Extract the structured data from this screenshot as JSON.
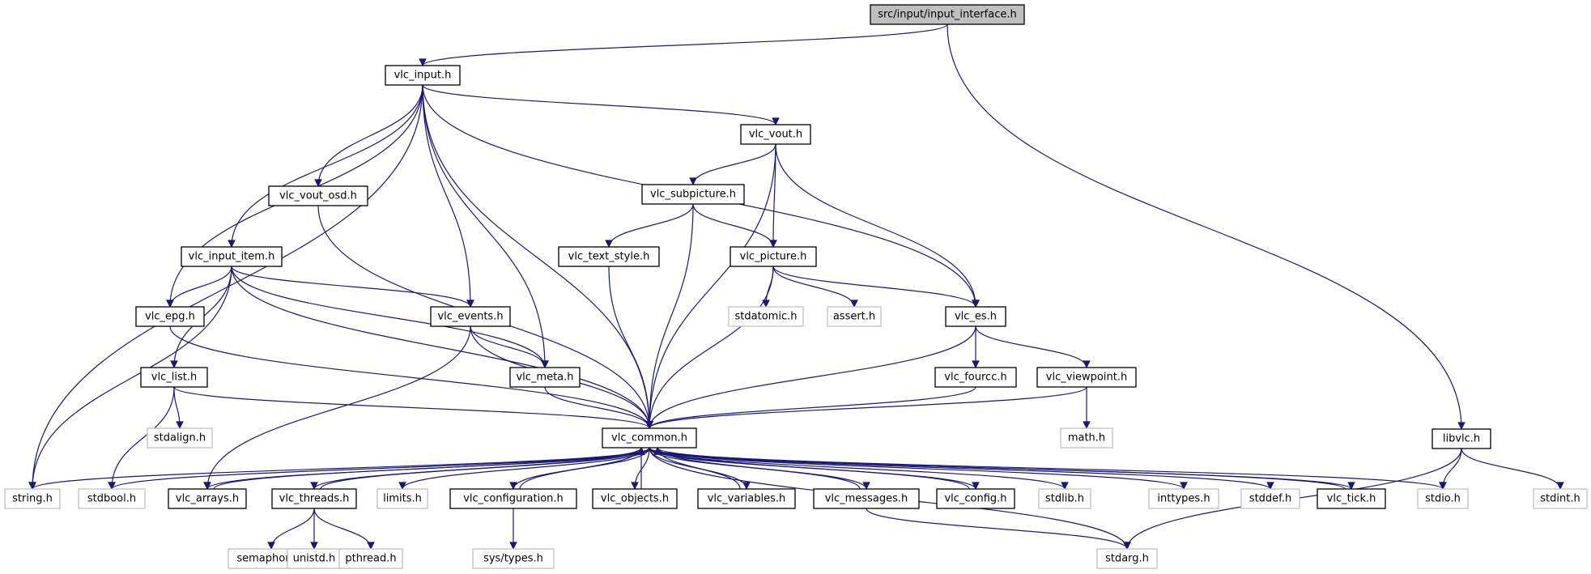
{
  "colors": {
    "edge": "#191970",
    "root_fill": "#bfbfbf",
    "node_border": "#000000",
    "external_border": "#bfbfbf",
    "background": "#ffffff"
  },
  "nodes": [
    {
      "id": "input_interface",
      "label": "src/input/input_interface.h",
      "kind": "root"
    },
    {
      "id": "vlc_input",
      "label": "vlc_input.h",
      "kind": "documented"
    },
    {
      "id": "libvlc",
      "label": "libvlc.h",
      "kind": "documented"
    },
    {
      "id": "vlc_vout",
      "label": "vlc_vout.h",
      "kind": "documented"
    },
    {
      "id": "vlc_vout_osd",
      "label": "vlc_vout_osd.h",
      "kind": "documented"
    },
    {
      "id": "vlc_subpicture",
      "label": "vlc_subpicture.h",
      "kind": "documented"
    },
    {
      "id": "vlc_input_item",
      "label": "vlc_input_item.h",
      "kind": "documented"
    },
    {
      "id": "vlc_text_style",
      "label": "vlc_text_style.h",
      "kind": "documented"
    },
    {
      "id": "vlc_picture",
      "label": "vlc_picture.h",
      "kind": "documented"
    },
    {
      "id": "vlc_epg",
      "label": "vlc_epg.h",
      "kind": "documented"
    },
    {
      "id": "vlc_events",
      "label": "vlc_events.h",
      "kind": "documented"
    },
    {
      "id": "stdatomic",
      "label": "stdatomic.h",
      "kind": "external"
    },
    {
      "id": "assert",
      "label": "assert.h",
      "kind": "external"
    },
    {
      "id": "vlc_es",
      "label": "vlc_es.h",
      "kind": "documented"
    },
    {
      "id": "vlc_list",
      "label": "vlc_list.h",
      "kind": "documented"
    },
    {
      "id": "vlc_meta",
      "label": "vlc_meta.h",
      "kind": "documented"
    },
    {
      "id": "vlc_fourcc",
      "label": "vlc_fourcc.h",
      "kind": "documented"
    },
    {
      "id": "vlc_viewpoint",
      "label": "vlc_viewpoint.h",
      "kind": "documented"
    },
    {
      "id": "stdalign",
      "label": "stdalign.h",
      "kind": "external"
    },
    {
      "id": "vlc_common",
      "label": "vlc_common.h",
      "kind": "documented"
    },
    {
      "id": "math",
      "label": "math.h",
      "kind": "external"
    },
    {
      "id": "string",
      "label": "string.h",
      "kind": "external"
    },
    {
      "id": "stdbool",
      "label": "stdbool.h",
      "kind": "external"
    },
    {
      "id": "vlc_arrays",
      "label": "vlc_arrays.h",
      "kind": "documented"
    },
    {
      "id": "vlc_threads",
      "label": "vlc_threads.h",
      "kind": "documented"
    },
    {
      "id": "limits",
      "label": "limits.h",
      "kind": "external"
    },
    {
      "id": "vlc_configuration",
      "label": "vlc_configuration.h",
      "kind": "documented"
    },
    {
      "id": "vlc_objects",
      "label": "vlc_objects.h",
      "kind": "documented"
    },
    {
      "id": "vlc_variables",
      "label": "vlc_variables.h",
      "kind": "documented"
    },
    {
      "id": "vlc_messages",
      "label": "vlc_messages.h",
      "kind": "documented"
    },
    {
      "id": "vlc_config",
      "label": "vlc_config.h",
      "kind": "documented"
    },
    {
      "id": "stdlib",
      "label": "stdlib.h",
      "kind": "external"
    },
    {
      "id": "inttypes",
      "label": "inttypes.h",
      "kind": "external"
    },
    {
      "id": "stddef",
      "label": "stddef.h",
      "kind": "external"
    },
    {
      "id": "vlc_tick",
      "label": "vlc_tick.h",
      "kind": "documented"
    },
    {
      "id": "stdio",
      "label": "stdio.h",
      "kind": "external"
    },
    {
      "id": "stdint",
      "label": "stdint.h",
      "kind": "external"
    },
    {
      "id": "semaphore",
      "label": "semaphore.h",
      "kind": "external"
    },
    {
      "id": "unistd",
      "label": "unistd.h",
      "kind": "external"
    },
    {
      "id": "pthread",
      "label": "pthread.h",
      "kind": "external"
    },
    {
      "id": "sys_types",
      "label": "sys/types.h",
      "kind": "external"
    },
    {
      "id": "stdarg",
      "label": "stdarg.h",
      "kind": "external"
    }
  ],
  "edges": [
    [
      "input_interface",
      "vlc_input"
    ],
    [
      "input_interface",
      "libvlc"
    ],
    [
      "vlc_input",
      "string"
    ],
    [
      "vlc_input",
      "vlc_epg"
    ],
    [
      "vlc_input",
      "vlc_input_item"
    ],
    [
      "vlc_input",
      "vlc_vout_osd"
    ],
    [
      "vlc_input",
      "vlc_common"
    ],
    [
      "vlc_input",
      "vlc_events"
    ],
    [
      "vlc_input",
      "vlc_meta"
    ],
    [
      "vlc_input",
      "vlc_vout"
    ],
    [
      "vlc_input",
      "vlc_es"
    ],
    [
      "vlc_vout",
      "vlc_subpicture"
    ],
    [
      "vlc_vout",
      "vlc_picture"
    ],
    [
      "vlc_vout",
      "vlc_common"
    ],
    [
      "vlc_vout",
      "vlc_es"
    ],
    [
      "vlc_vout_osd",
      "vlc_common"
    ],
    [
      "vlc_subpicture",
      "vlc_text_style"
    ],
    [
      "vlc_subpicture",
      "vlc_common"
    ],
    [
      "vlc_subpicture",
      "vlc_picture"
    ],
    [
      "vlc_input_item",
      "string"
    ],
    [
      "vlc_input_item",
      "vlc_epg"
    ],
    [
      "vlc_input_item",
      "vlc_list"
    ],
    [
      "vlc_input_item",
      "vlc_common"
    ],
    [
      "vlc_input_item",
      "vlc_events"
    ],
    [
      "vlc_input_item",
      "vlc_meta"
    ],
    [
      "vlc_text_style",
      "vlc_common"
    ],
    [
      "vlc_picture",
      "vlc_common"
    ],
    [
      "vlc_picture",
      "stdatomic"
    ],
    [
      "vlc_picture",
      "assert"
    ],
    [
      "vlc_picture",
      "vlc_es"
    ],
    [
      "vlc_epg",
      "vlc_common"
    ],
    [
      "vlc_events",
      "vlc_arrays"
    ],
    [
      "vlc_events",
      "vlc_common"
    ],
    [
      "vlc_events",
      "vlc_meta"
    ],
    [
      "vlc_es",
      "vlc_common"
    ],
    [
      "vlc_es",
      "vlc_fourcc"
    ],
    [
      "vlc_es",
      "vlc_viewpoint"
    ],
    [
      "vlc_list",
      "stdbool"
    ],
    [
      "vlc_list",
      "stdalign"
    ],
    [
      "vlc_list",
      "vlc_common"
    ],
    [
      "vlc_meta",
      "vlc_common"
    ],
    [
      "vlc_fourcc",
      "vlc_common"
    ],
    [
      "vlc_viewpoint",
      "vlc_common"
    ],
    [
      "vlc_viewpoint",
      "math"
    ],
    [
      "vlc_common",
      "string"
    ],
    [
      "vlc_common",
      "stdbool"
    ],
    [
      "vlc_common",
      "vlc_arrays"
    ],
    [
      "vlc_common",
      "vlc_threads"
    ],
    [
      "vlc_common",
      "limits"
    ],
    [
      "vlc_common",
      "vlc_configuration"
    ],
    [
      "vlc_common",
      "vlc_objects"
    ],
    [
      "vlc_common",
      "vlc_variables"
    ],
    [
      "vlc_common",
      "vlc_messages"
    ],
    [
      "vlc_common",
      "vlc_config"
    ],
    [
      "vlc_common",
      "stdlib"
    ],
    [
      "vlc_common",
      "inttypes"
    ],
    [
      "vlc_common",
      "stddef"
    ],
    [
      "vlc_common",
      "vlc_tick"
    ],
    [
      "vlc_common",
      "stdio"
    ],
    [
      "vlc_common",
      "stdarg"
    ],
    [
      "vlc_arrays",
      "vlc_common"
    ],
    [
      "vlc_threads",
      "vlc_common"
    ],
    [
      "vlc_configuration",
      "vlc_common"
    ],
    [
      "vlc_objects",
      "vlc_common"
    ],
    [
      "vlc_variables",
      "vlc_common"
    ],
    [
      "vlc_messages",
      "vlc_common"
    ],
    [
      "vlc_config",
      "vlc_common"
    ],
    [
      "vlc_tick",
      "vlc_common"
    ],
    [
      "vlc_threads",
      "semaphore"
    ],
    [
      "vlc_threads",
      "unistd"
    ],
    [
      "vlc_threads",
      "pthread"
    ],
    [
      "vlc_configuration",
      "sys_types"
    ],
    [
      "vlc_messages",
      "stdarg"
    ],
    [
      "libvlc",
      "stdio"
    ],
    [
      "libvlc",
      "stdint"
    ],
    [
      "libvlc",
      "stdarg"
    ]
  ]
}
